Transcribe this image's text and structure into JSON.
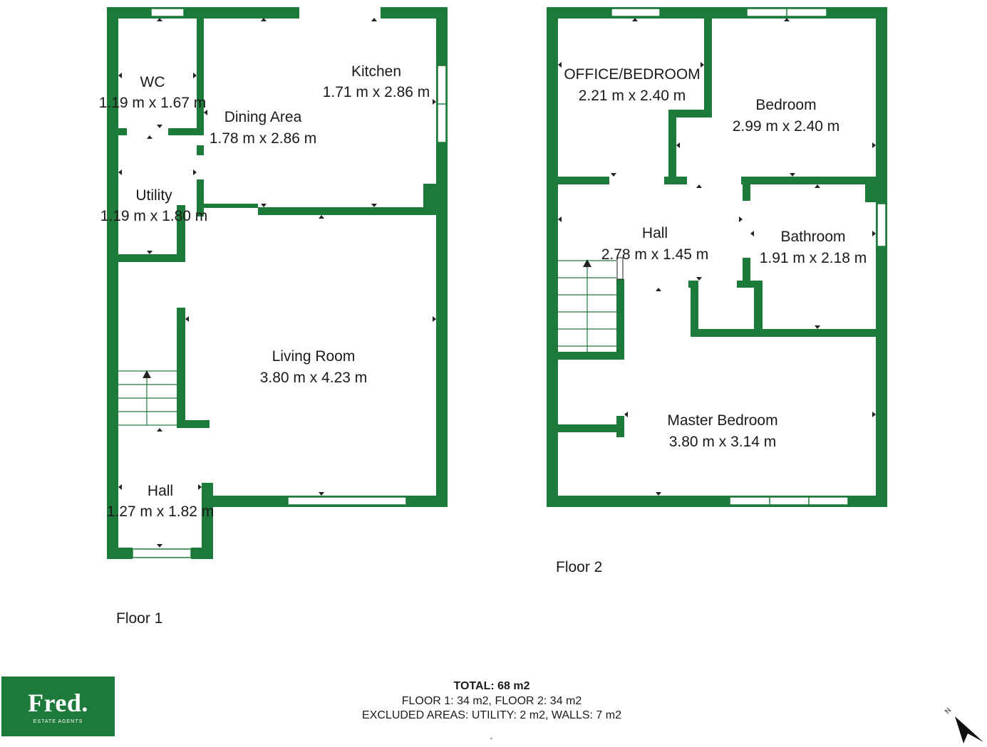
{
  "floor1": {
    "label": "Floor 1",
    "rooms": {
      "wc": {
        "name": "WC",
        "dims": "1.19 m x 1.67 m"
      },
      "dining": {
        "name": "Dining Area",
        "dims": "1.78 m x 2.86 m"
      },
      "kitchen": {
        "name": "Kitchen",
        "dims": "1.71 m x 2.86 m"
      },
      "utility": {
        "name": "Utility",
        "dims": "1.19 m x 1.80 m"
      },
      "living": {
        "name": "Living Room",
        "dims": "3.80 m x 4.23 m"
      },
      "hall": {
        "name": "Hall",
        "dims": "1.27 m x 1.82 m"
      }
    }
  },
  "floor2": {
    "label": "Floor 2",
    "rooms": {
      "office": {
        "name": "OFFICE/BEDROOM",
        "dims": "2.21 m x 2.40 m"
      },
      "bedroom": {
        "name": "Bedroom",
        "dims": "2.99 m x 2.40 m"
      },
      "hall": {
        "name": "Hall",
        "dims": "2.78 m x 1.45 m"
      },
      "bathroom": {
        "name": "Bathroom",
        "dims": "1.91 m x 2.18 m"
      },
      "master": {
        "name": "Master Bedroom",
        "dims": "3.80 m x 3.14 m"
      }
    }
  },
  "totals": {
    "total": "TOTAL: 68 m2",
    "floors": "FLOOR 1: 34 m2, FLOOR 2: 34 m2",
    "excluded": "EXCLUDED AREAS: UTILITY: 2 m2, WALLS: 7 m2"
  },
  "logo": {
    "brand": "Fred.",
    "sub": "ESTATE AGENTS"
  },
  "compass": {
    "label": "N",
    "icon": "north-arrow-icon"
  },
  "colors": {
    "wall": "#1e7a3a",
    "logo_bg": "#1e7a3a"
  }
}
